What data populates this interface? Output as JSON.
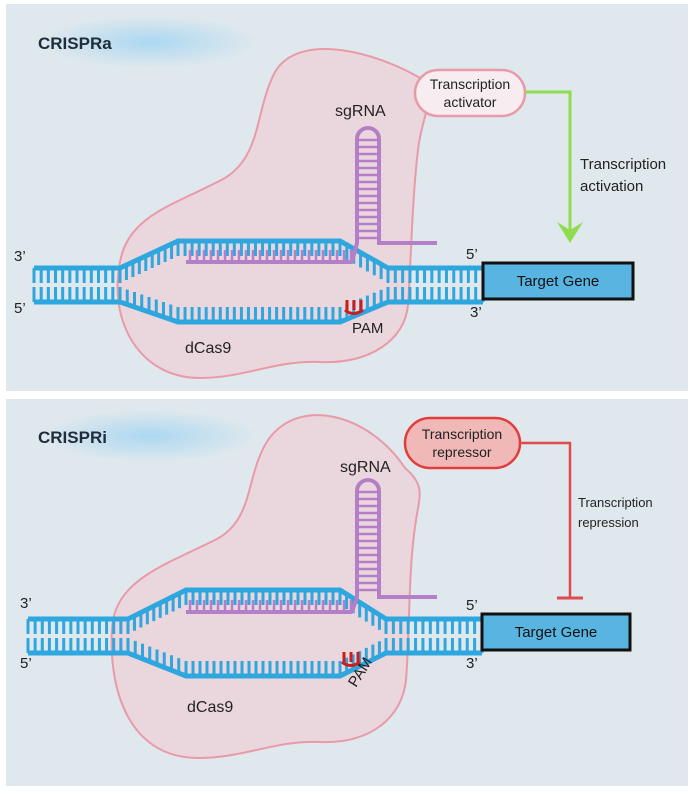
{
  "panels": [
    {
      "id": "crispra",
      "title": "CRISPRa",
      "sgrna_label": "sgRNA",
      "dcas9_label": "dCas9",
      "pam_label": "PAM",
      "effector_label_line1": "Transcription",
      "effector_label_line2": "activator",
      "effect_label_line1": "Transcription",
      "effect_label_line2": "activation",
      "end_3prime_left": "3’",
      "end_5prime_left": "5’",
      "end_5prime_right": "5’",
      "end_3prime_right": "3’",
      "target_gene_label": "Target Gene"
    },
    {
      "id": "crispri",
      "title": "CRISPRi",
      "sgrna_label": "sgRNA",
      "dcas9_label": "dCas9",
      "pam_label": "PAM",
      "effector_label_line1": "Transcription",
      "effector_label_line2": "repressor",
      "effect_label_line1": "Transcription",
      "effect_label_line2": "repression",
      "end_3prime_left": "3’",
      "end_5prime_left": "5’",
      "end_5prime_right": "5’",
      "end_3prime_right": "3’",
      "target_gene_label": "Target Gene"
    }
  ],
  "colors": {
    "panel_bg": "#dfe8ed",
    "dna": "#2ea6de",
    "sgrna": "#b57fc8",
    "dcas9_fill": "#ead6dd",
    "dcas9_stroke": "#e99aa8",
    "pam": "#cc1d1d",
    "target_gene_fill": "#58b4e1",
    "activation_arrow": "#8fdc4e",
    "repression_line": "#e04a4a",
    "repressor_fill": "#f1b8b8",
    "repressor_stroke": "#e23d3d",
    "activator_fill": "#f7edf0"
  }
}
